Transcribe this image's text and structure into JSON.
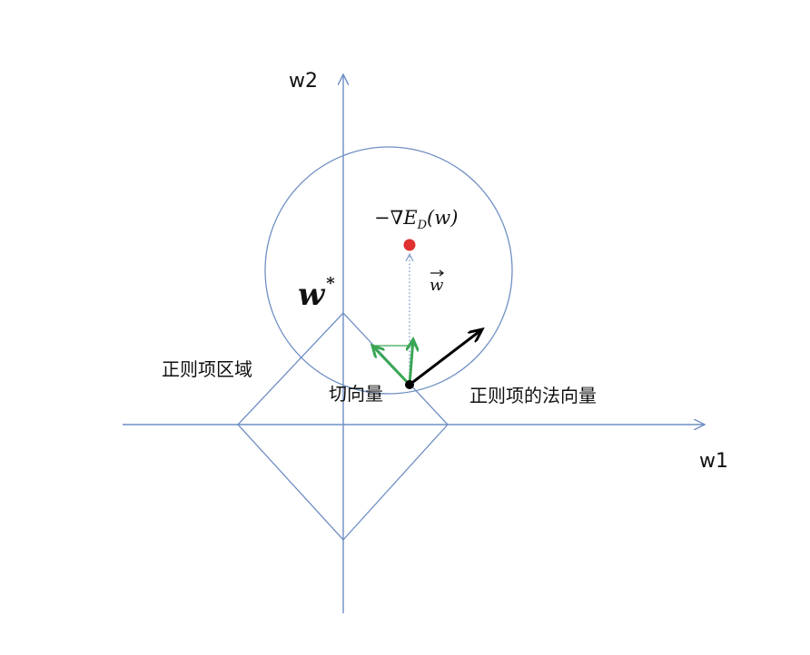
{
  "axes": {
    "x_label": "w1",
    "y_label": "w2"
  },
  "labels": {
    "gradient": "−∇E",
    "gradient_sub": "D",
    "gradient_arg": "(w)",
    "w_vector": "w",
    "w_star": "w",
    "w_star_sup": "*",
    "reg_region": "正则项区域",
    "tangent": "切向量",
    "reg_normal": "正则项的法向量"
  },
  "colors": {
    "axis": "#6f8fc4",
    "shapes": "#6f8fc4",
    "red_point": "#e03030",
    "green_arrows": "#3aa655",
    "black_arrow": "#000000",
    "dotted_line": "#6f8fc4"
  }
}
